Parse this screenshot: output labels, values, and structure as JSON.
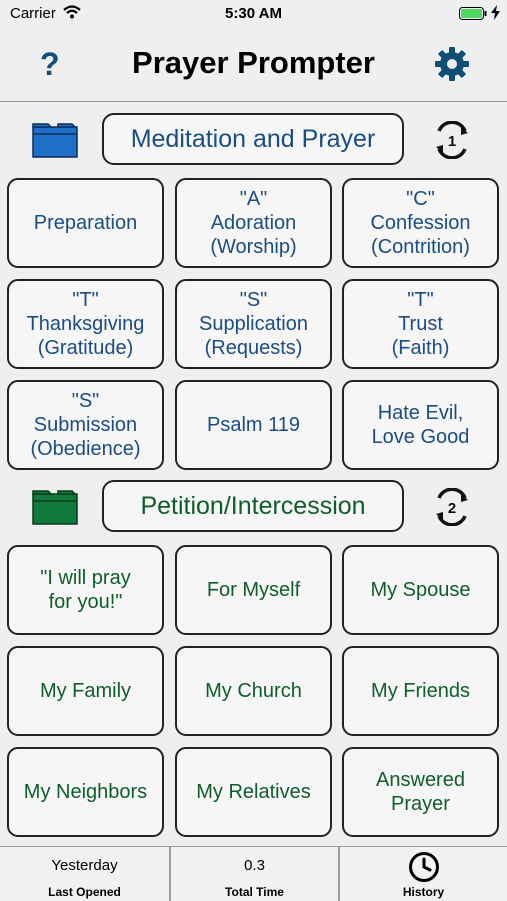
{
  "status_bar": {
    "carrier": "Carrier",
    "time": "5:30 AM"
  },
  "header": {
    "help_label": "?",
    "title": "Prayer Prompter"
  },
  "sections": [
    {
      "title": "Meditation and Prayer",
      "cycle_number": "1",
      "color": "#1b4c83",
      "folder_color": "#1e6fc6",
      "items": [
        "Preparation",
        "\"A\"\nAdoration\n(Worship)",
        "\"C\"\nConfession\n(Contrition)",
        "\"T\"\nThanksgiving\n(Gratitude)",
        "\"S\"\nSupplication\n(Requests)",
        "\"T\"\nTrust\n(Faith)",
        "\"S\"\nSubmission\n(Obedience)",
        "Psalm 119",
        "Hate Evil,\nLove Good"
      ]
    },
    {
      "title": "Petition/Intercession",
      "cycle_number": "2",
      "color": "#0f5d2a",
      "folder_color": "#117a3b",
      "items": [
        "\"I will pray\nfor you!\"",
        "For Myself",
        "My Spouse",
        "My Family",
        "My Church",
        "My Friends",
        "My Neighbors",
        "My Relatives",
        "Answered\nPrayer"
      ]
    }
  ],
  "tab_bar": {
    "last_opened": {
      "value": "Yesterday",
      "label": "Last Opened"
    },
    "total_time": {
      "value": "0.3",
      "label": "Total Time"
    },
    "history": {
      "label": "History",
      "icon": "clock-icon"
    }
  }
}
